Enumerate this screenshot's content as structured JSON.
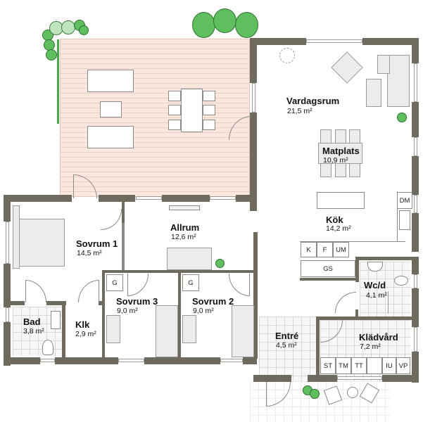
{
  "plan": {
    "type": "floor-plan",
    "colors": {
      "wall": "#6e6a5e",
      "deck": "#fbe7de",
      "tile": "#f7f7f7",
      "greenery": "#5fbf5f",
      "furniture_fill": "#ececec"
    },
    "area_unit": "m²",
    "rooms": [
      {
        "id": "vardagsrum",
        "name": "Vardagsrum",
        "area": "21,5 m²"
      },
      {
        "id": "matplats",
        "name": "Matplats",
        "area": "10,9 m²"
      },
      {
        "id": "kok",
        "name": "Kök",
        "area": "14,2 m²"
      },
      {
        "id": "allrum",
        "name": "Allrum",
        "area": "12,6 m²"
      },
      {
        "id": "sovrum1",
        "name": "Sovrum 1",
        "area": "14,5 m²"
      },
      {
        "id": "sovrum3",
        "name": "Sovrum 3",
        "area": "9,0 m²"
      },
      {
        "id": "sovrum2",
        "name": "Sovrum 2",
        "area": "9,0 m²"
      },
      {
        "id": "bad",
        "name": "Bad",
        "area": "3,8 m²"
      },
      {
        "id": "klk",
        "name": "Klk",
        "area": "2,9 m²"
      },
      {
        "id": "wcd",
        "name": "Wc/d",
        "area": "4,1 m²"
      },
      {
        "id": "entre",
        "name": "Entré",
        "area": "4,5 m²"
      },
      {
        "id": "kladvard",
        "name": "Klädvård",
        "area": "7,2 m²"
      }
    ],
    "labels": {
      "dm": "DM",
      "k": "K",
      "f": "F",
      "um": "UM",
      "gs": "GS",
      "g_sovrum3": "G",
      "g_sovrum2": "G",
      "st": "ST",
      "tm": "TM",
      "tt": "TT",
      "iu": "IU",
      "vp": "VP"
    }
  }
}
